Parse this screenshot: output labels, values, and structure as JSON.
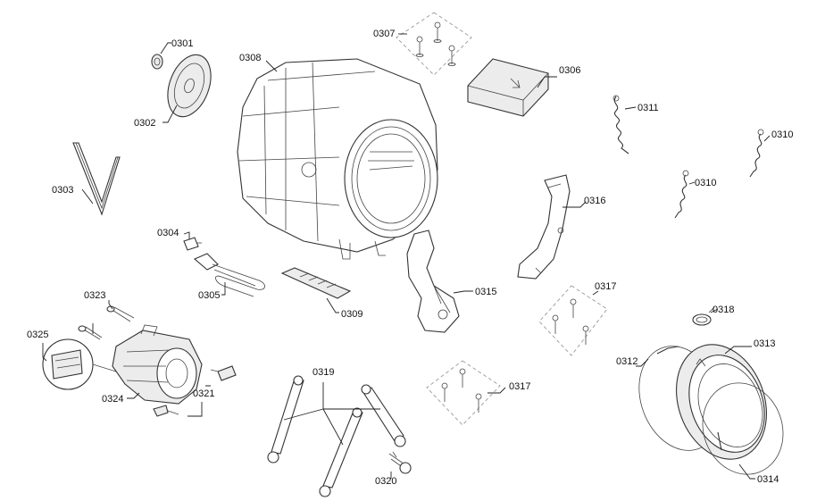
{
  "labels": {
    "p0301": "0301",
    "p0302": "0302",
    "p0303": "0303",
    "p0304": "0304",
    "p0305": "0305",
    "p0306": "0306",
    "p0307": "0307",
    "p0308": "0308",
    "p0309": "0309",
    "p0310a": "0310",
    "p0310b": "0310",
    "p0311": "0311",
    "p0312": "0312",
    "p0313": "0313",
    "p0314": "0314",
    "p0315": "0315",
    "p0316": "0316",
    "p0317a": "0317",
    "p0317b": "0317",
    "p0318": "0318",
    "p0319": "0319",
    "p0320": "0320",
    "p0321": "0321",
    "p0323": "0323",
    "p0324": "0324",
    "p0325": "0325"
  }
}
